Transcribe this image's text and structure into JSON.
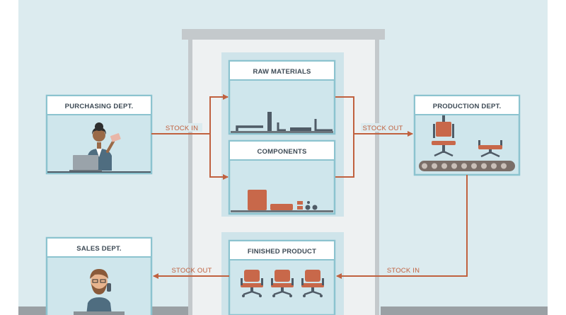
{
  "departments": {
    "purchasing": "PURCHASING DEPT.",
    "production": "PRODUCTION DEPT.",
    "sales": "SALES DEPT."
  },
  "inventory": {
    "raw_materials": "RAW MATERIALS",
    "components": "COMPONENTS",
    "finished_product": "FINISHED PRODUCT"
  },
  "flows": {
    "purchasing_to_inventory": "STOCK IN",
    "inventory_to_production": "STOCK OUT",
    "production_to_finished": "STOCK IN",
    "finished_to_sales": "STOCK OUT"
  },
  "colors": {
    "sky": "#dcebef",
    "frame": "#8cc3cf",
    "panel": "#cfe6ec",
    "arrow": "#c0613f",
    "accent": "#c8684a",
    "dark": "#4f5b66"
  }
}
